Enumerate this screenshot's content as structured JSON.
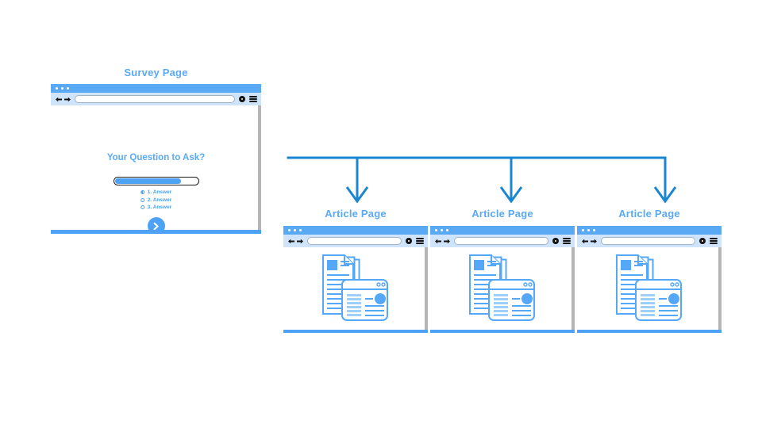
{
  "diagram": {
    "background_color": "#ffffff",
    "accent_blue": "#4da2f5",
    "title_blue": "#5aa9f5",
    "connector_blue": "#1b86d0",
    "chrome_blue": "#cfe4fb"
  },
  "survey": {
    "title": "Survey Page",
    "question": "Your Question to Ask?",
    "progress_percent": 80,
    "answers": [
      {
        "label": "1. Answer",
        "selected": true
      },
      {
        "label": "2. Answer",
        "selected": false
      },
      {
        "label": "3. Answer",
        "selected": false
      }
    ],
    "next_button_icon": "chevron-right-icon",
    "browser": {
      "window_dots": 3,
      "back_icon": "back-arrow-icon",
      "forward_icon": "forward-arrow-icon",
      "address_value": "",
      "record_icon": "record-circle-icon",
      "menu_icon": "hamburger-menu-icon"
    }
  },
  "articles": [
    {
      "title": "Article Page",
      "artwork": "article-documents-illustration",
      "browser": {
        "window_dots": 3,
        "back_icon": "back-arrow-icon",
        "forward_icon": "forward-arrow-icon",
        "address_value": "",
        "record_icon": "record-circle-icon",
        "menu_icon": "hamburger-menu-icon"
      }
    },
    {
      "title": "Article Page",
      "artwork": "article-documents-illustration",
      "browser": {
        "window_dots": 3,
        "back_icon": "back-arrow-icon",
        "forward_icon": "forward-arrow-icon",
        "address_value": "",
        "record_icon": "record-circle-icon",
        "menu_icon": "hamburger-menu-icon"
      }
    },
    {
      "title": "Article Page",
      "artwork": "article-documents-illustration",
      "browser": {
        "window_dots": 3,
        "back_icon": "back-arrow-icon",
        "forward_icon": "forward-arrow-icon",
        "address_value": "",
        "record_icon": "record-circle-icon",
        "menu_icon": "hamburger-menu-icon"
      }
    }
  ],
  "connector": {
    "icon": "branching-arrows-connector",
    "branch_count": 3
  }
}
